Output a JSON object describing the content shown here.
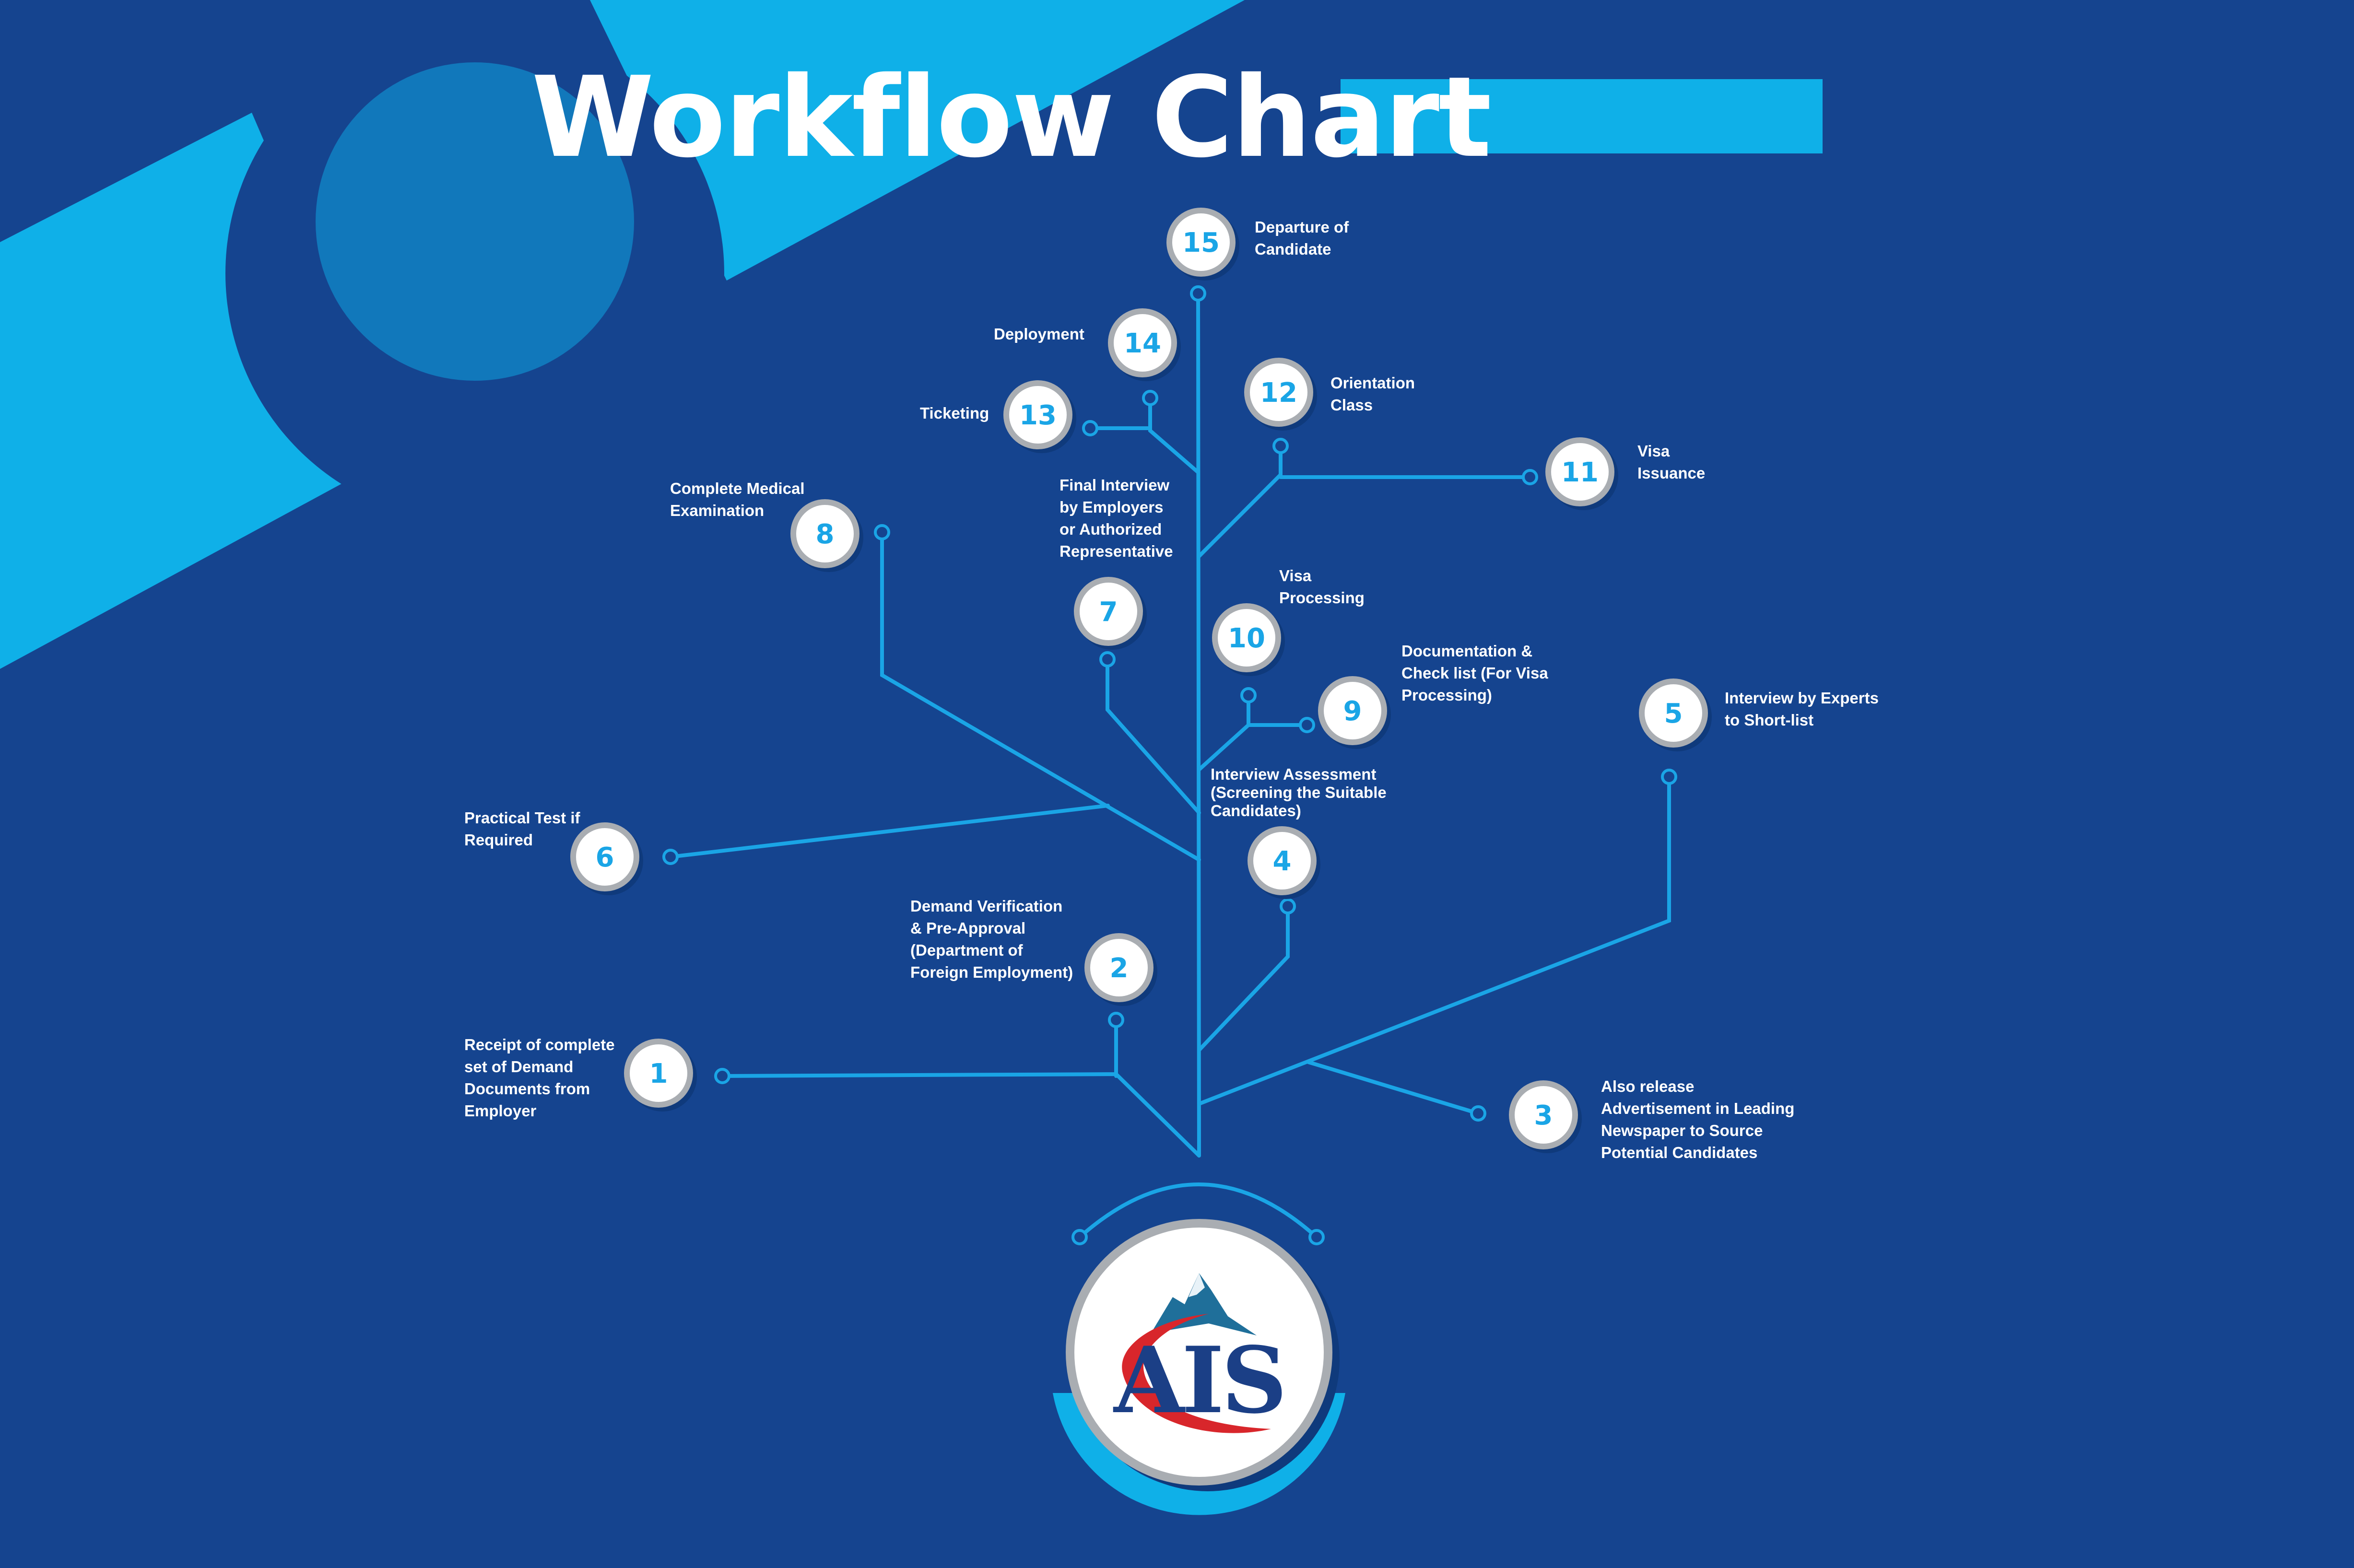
{
  "title": "Workflow Chart",
  "colors": {
    "background": "#15448f",
    "accent": "#0fb0e8",
    "line": "#1aa5e6",
    "node_fill": "#ffffff",
    "node_ring": "#a9adb2"
  },
  "logo": {
    "text": "AIS",
    "icon": "mountain-swoosh-logo"
  },
  "steps": [
    {
      "number": "1",
      "label": [
        "Receipt of complete",
        "set of Demand",
        "Documents from",
        "Employer"
      ]
    },
    {
      "number": "2",
      "label": [
        "Demand Verification",
        "& Pre-Approval",
        "(Department of",
        "Foreign Employment)"
      ]
    },
    {
      "number": "3",
      "label": [
        "Also release",
        "Advertisement in Leading",
        "Newspaper to Source",
        "Potential Candidates"
      ]
    },
    {
      "number": "4",
      "label": [
        "Interview Assessment",
        "(Screening the Suitable",
        "Candidates)"
      ]
    },
    {
      "number": "5",
      "label": [
        "Interview by Experts",
        "to Short-list"
      ]
    },
    {
      "number": "6",
      "label": [
        "Practical Test if",
        "Required"
      ]
    },
    {
      "number": "7",
      "label": [
        "Final Interview",
        "by Employers",
        "or Authorized",
        "Representative"
      ]
    },
    {
      "number": "8",
      "label": [
        "Complete Medical",
        "Examination"
      ]
    },
    {
      "number": "9",
      "label": [
        "Documentation &",
        "Check list (For Visa",
        "Processing)"
      ]
    },
    {
      "number": "10",
      "label": [
        "Visa",
        "Processing"
      ]
    },
    {
      "number": "11",
      "label": [
        "Visa",
        "Issuance"
      ]
    },
    {
      "number": "12",
      "label": [
        "Orientation",
        "Class"
      ]
    },
    {
      "number": "13",
      "label": [
        "Ticketing"
      ]
    },
    {
      "number": "14",
      "label": [
        "Deployment"
      ]
    },
    {
      "number": "15",
      "label": [
        "Departure of",
        "Candidate"
      ]
    }
  ]
}
